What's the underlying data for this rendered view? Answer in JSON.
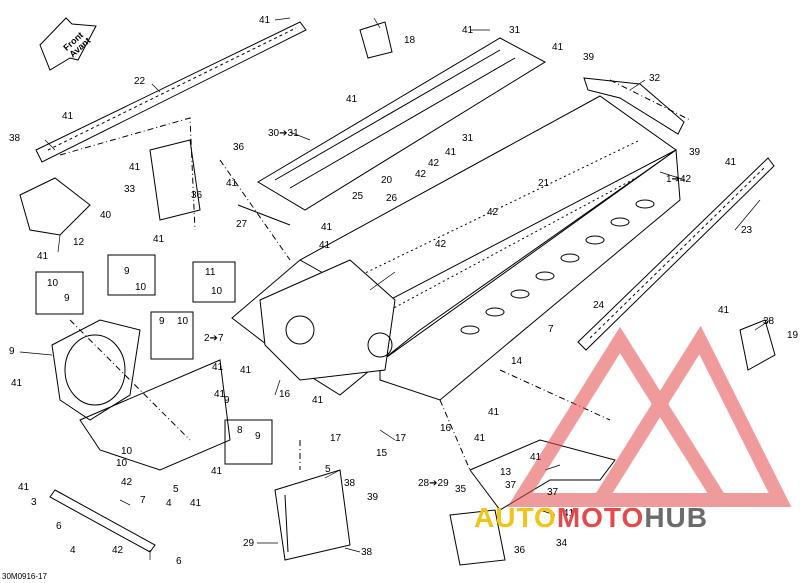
{
  "diagram": {
    "code": "30M0916-17",
    "front_arrow": [
      "Front",
      "Avant"
    ],
    "labels": [
      "41",
      "18",
      "41",
      "31",
      "41",
      "39",
      "32",
      "22",
      "41",
      "38",
      "30➔31",
      "41",
      "31",
      "36",
      "41",
      "42",
      "39",
      "41",
      "33",
      "36",
      "20",
      "42",
      "21",
      "1➔42",
      "41",
      "41",
      "25",
      "26",
      "27",
      "41",
      "42",
      "40",
      "12",
      "41",
      "41",
      "42",
      "23",
      "10",
      "9",
      "9",
      "41",
      "10",
      "11",
      "10",
      "9",
      "10",
      "9",
      "2➔7",
      "24",
      "41",
      "41",
      "7",
      "38",
      "19",
      "41",
      "16",
      "14",
      "41",
      "41",
      "17",
      "41",
      "17",
      "15",
      "16",
      "41",
      "41",
      "9",
      "10",
      "8",
      "9",
      "10",
      "41",
      "42",
      "7",
      "41",
      "3",
      "6",
      "5",
      "4",
      "41",
      "4",
      "42",
      "6",
      "5",
      "38",
      "29",
      "39",
      "38",
      "28➔29",
      "35",
      "37",
      "41",
      "13",
      "37",
      "41",
      "34",
      "36",
      "41"
    ]
  },
  "watermark": {
    "part1": "AUTO",
    "part2": "MOTO",
    "part3": "HUB"
  },
  "colors": {
    "line": "#000000",
    "watermark_red": "#e34a4a",
    "watermark_yellow": "#f0c419",
    "watermark_gray": "#6b6b6b"
  }
}
